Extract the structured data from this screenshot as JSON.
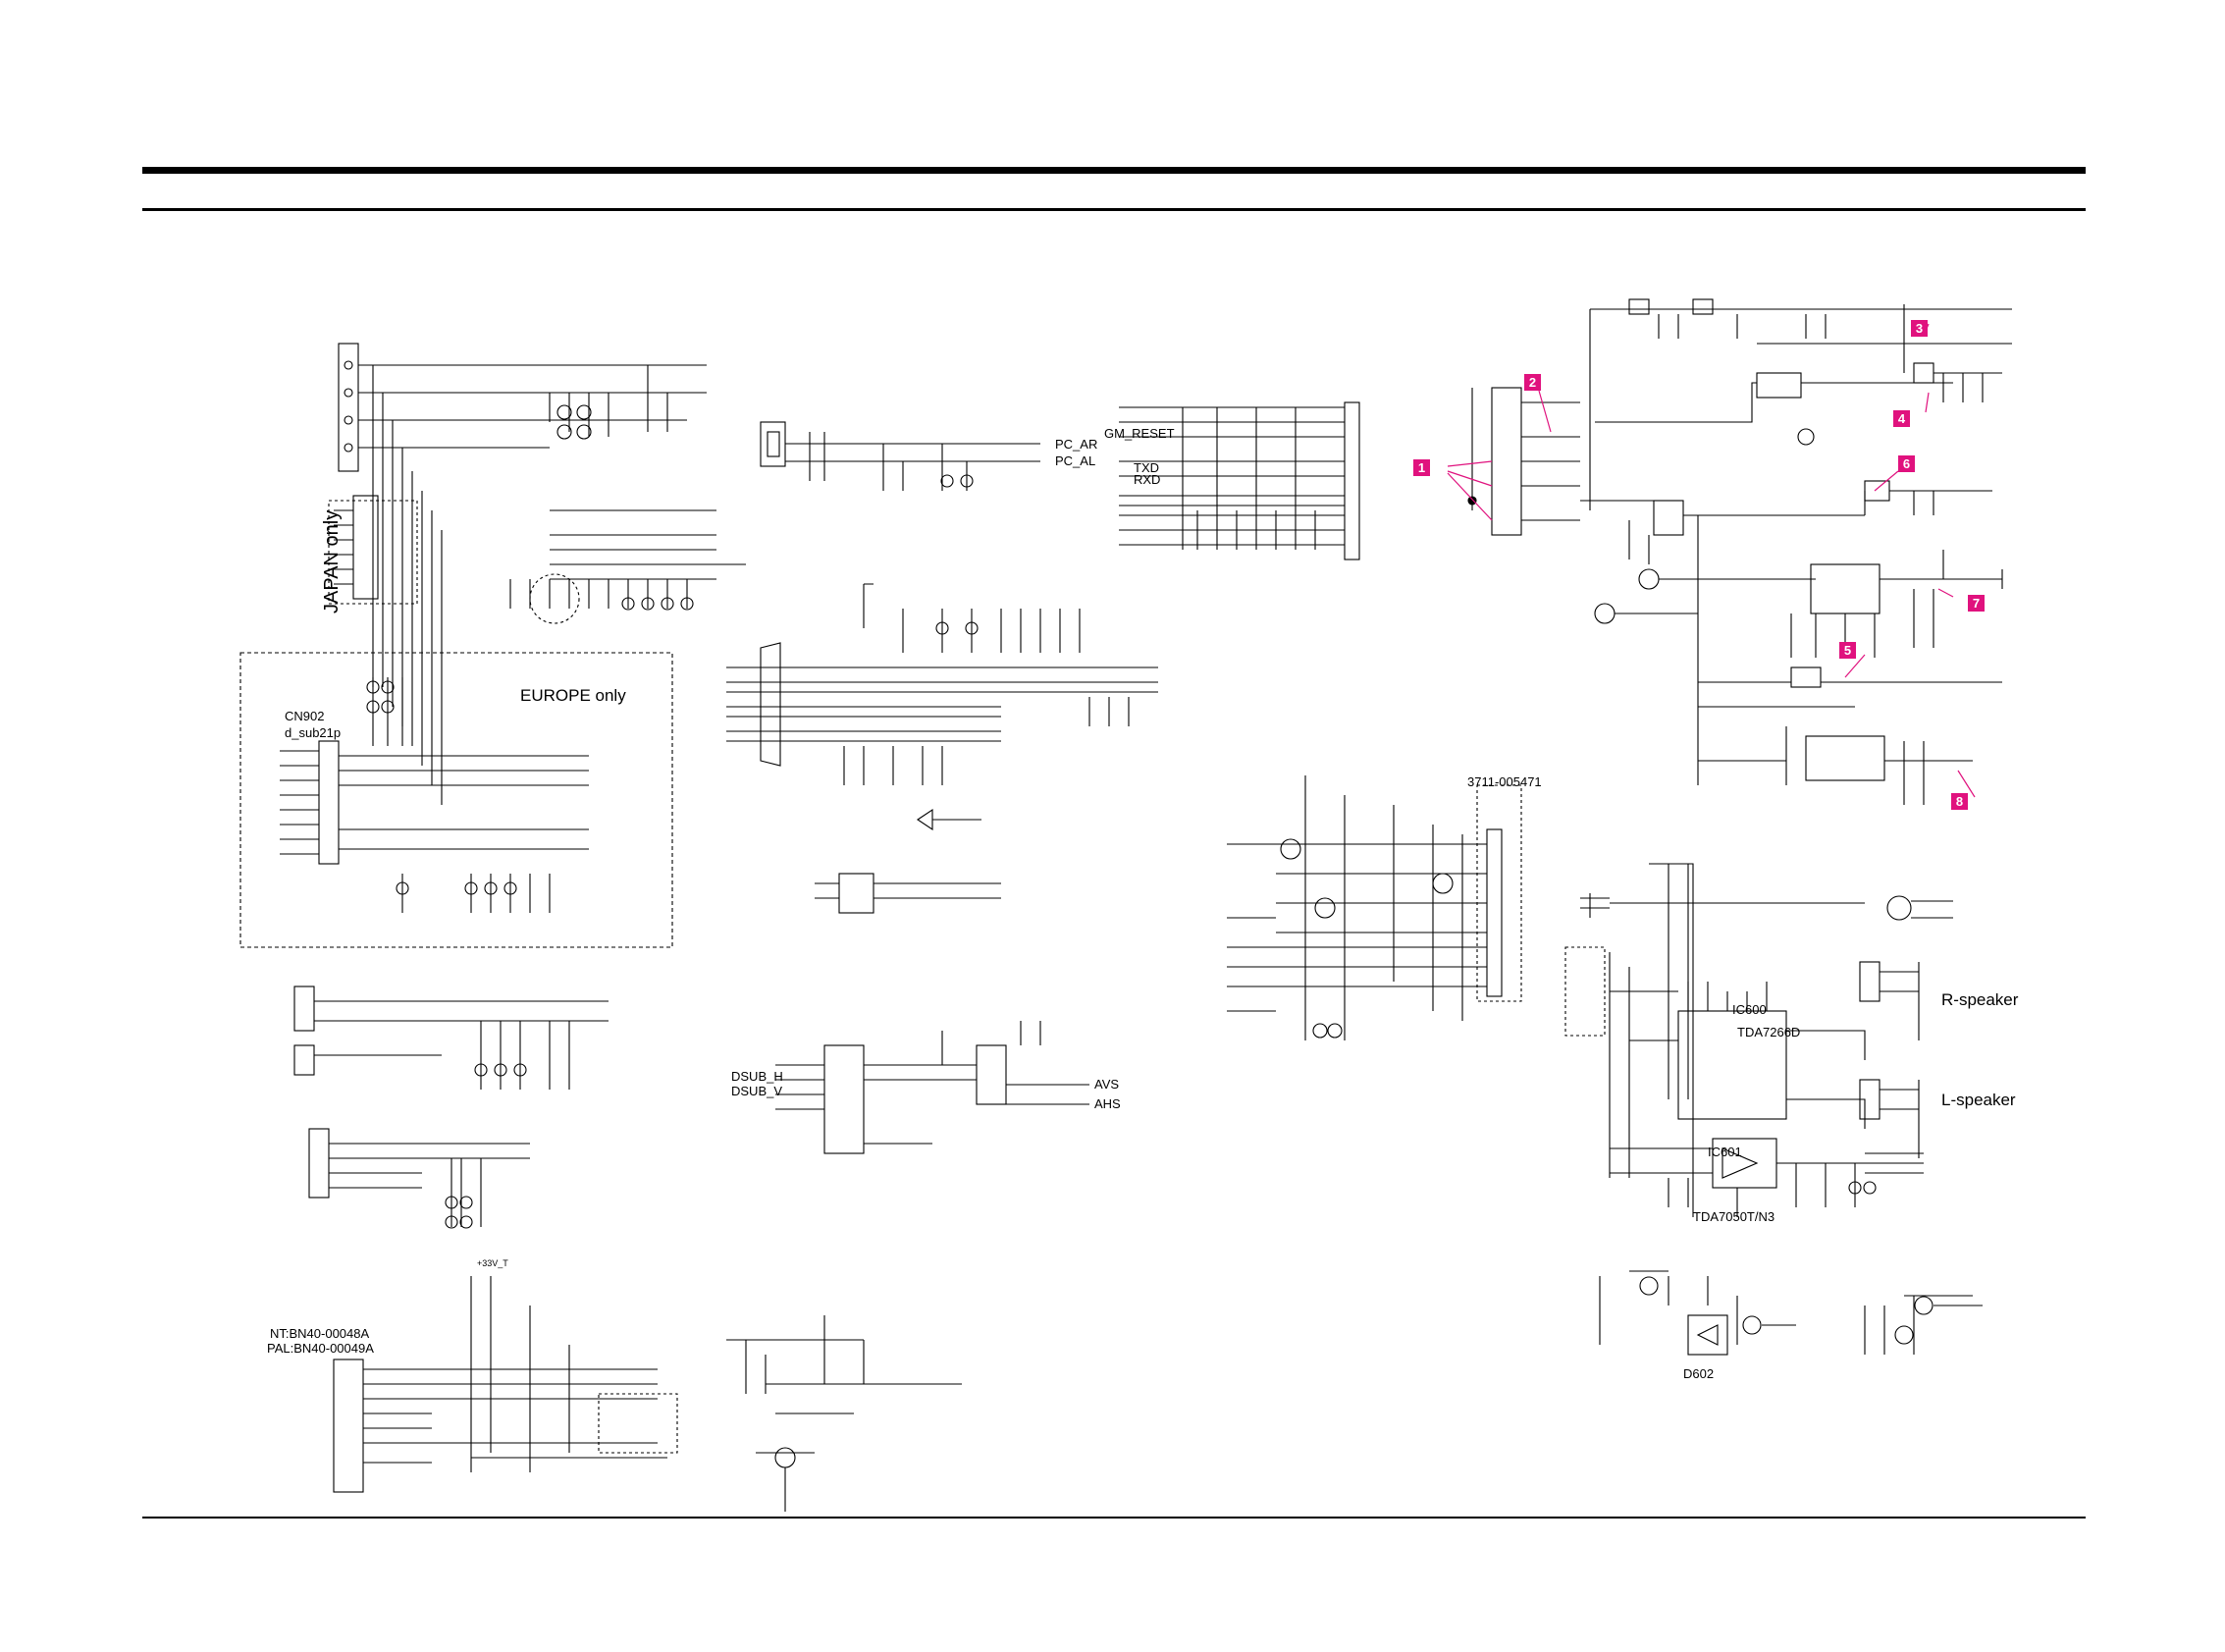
{
  "labels": {
    "japan_only": "JAPAN only",
    "europe_only": "EUROPE only",
    "cn902": "CN902",
    "d_sub21p": "d_sub21p",
    "pc_ar": "PC_AR",
    "pc_al": "PC_AL",
    "gm_reset": "GM_RESET",
    "txd": "TXD",
    "rxd": "RXD",
    "part_no": "3711-005471",
    "dsub_h": "DSUB_H",
    "dsub_v": "DSUB_V",
    "avs": "AVS",
    "ahs": "AHS",
    "nt_part": "NT:BN40-00048A",
    "pal_part": "PAL:BN40-00049A",
    "ic600": "IC600",
    "tda7266d": "TDA7266D",
    "r_speaker": "R-speaker",
    "l_speaker": "L-speaker",
    "ic601": "IC601",
    "tda7050": "TDA7050T/N3",
    "d602": "D602",
    "plus33v_t": "+33V_T"
  },
  "markers": [
    "1",
    "2",
    "3",
    "4",
    "5",
    "6",
    "7",
    "8"
  ],
  "colors": {
    "marker": "#e0127e",
    "line": "#000000",
    "background": "#ffffff"
  }
}
